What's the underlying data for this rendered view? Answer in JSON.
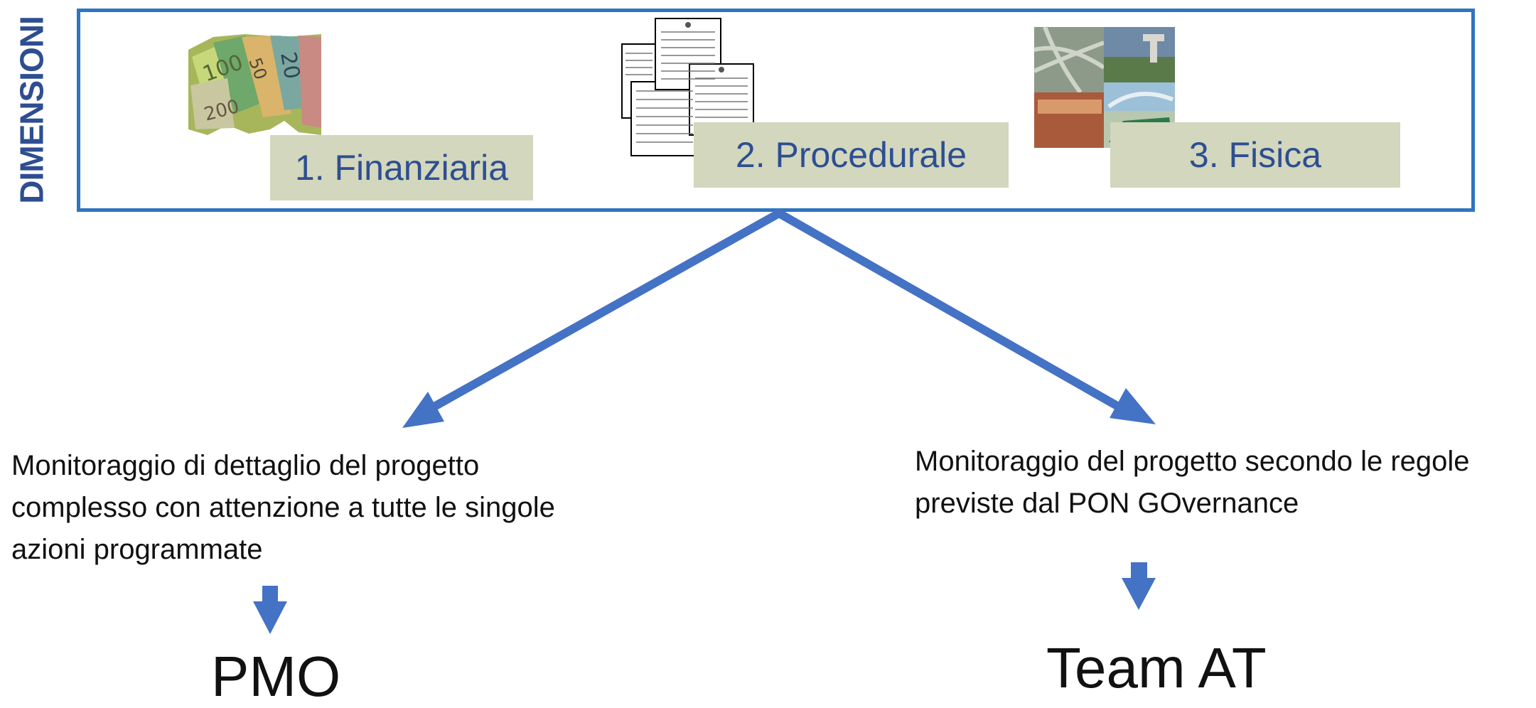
{
  "side_label": "DIMENSIONI",
  "dimensions": [
    {
      "label": "1. Finanziaria",
      "image": "banknotes-photo"
    },
    {
      "label": "2. Procedurale",
      "image": "documents-stack"
    },
    {
      "label": "3. Fisica",
      "image": "infrastructure-collage"
    }
  ],
  "left_branch": {
    "lines": [
      "Monitoraggio di dettaglio del progetto",
      "complesso con attenzione a tutte le singole",
      "azioni programmate"
    ],
    "owner": "PMO"
  },
  "right_branch": {
    "lines": [
      "Monitoraggio del progetto secondo le regole",
      "previste dal PON GOvernance"
    ],
    "owner": "Team AT"
  },
  "colors": {
    "frame": "#2f74c0",
    "arrow": "#4472c4",
    "label_fill": "#d2d7bd",
    "label_text": "#2e4e91"
  }
}
